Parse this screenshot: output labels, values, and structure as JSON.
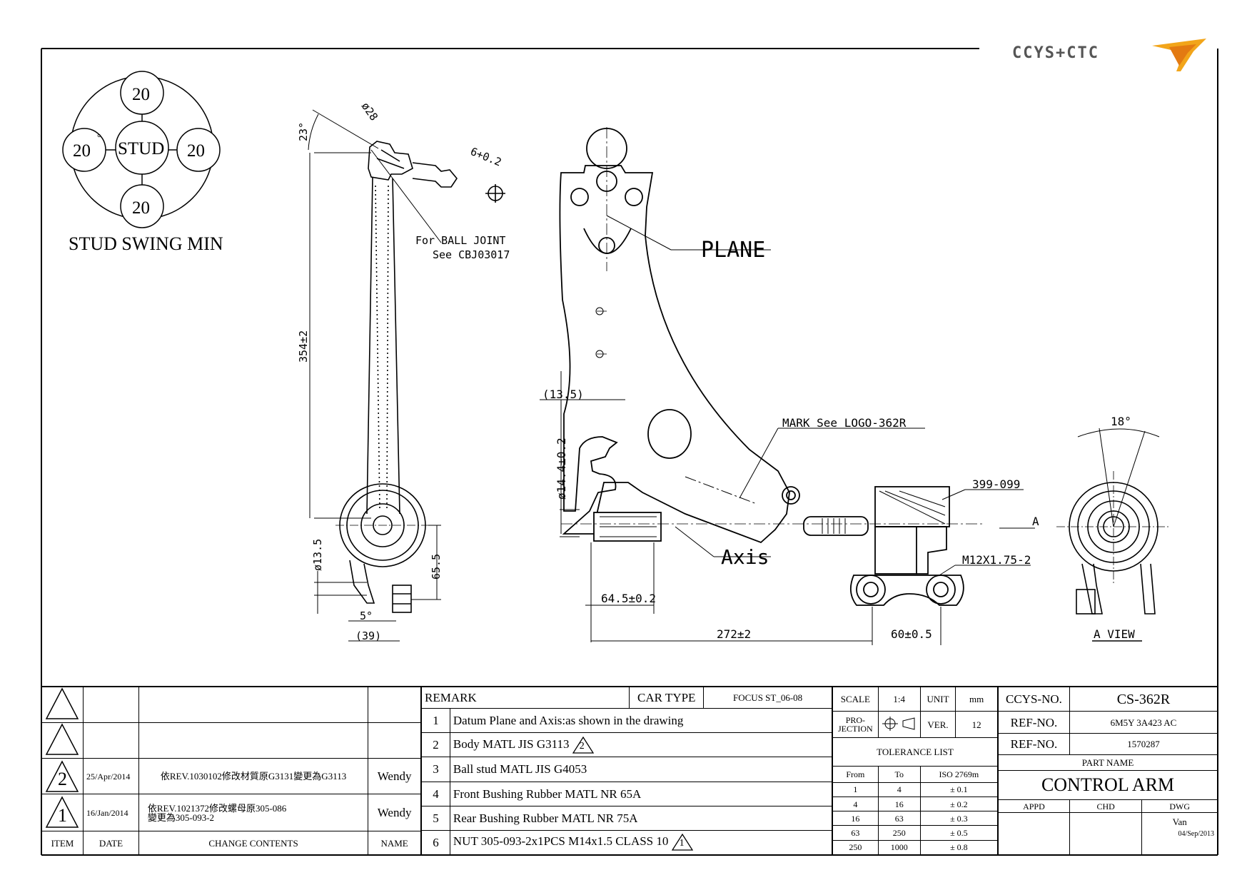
{
  "logo": {
    "text": "CCYS+CTC"
  },
  "stud_swing": {
    "top": "20",
    "left": "20",
    "right": "20",
    "bottom": "20",
    "center": "STUD",
    "degree_mark": "°",
    "caption": "STUD SWING MIN"
  },
  "side_view": {
    "dim_angle": "23°",
    "dim_dia_top": "ø28",
    "dim_length": "354±2",
    "dim_thread": "6+0.2",
    "note_line1": "For BALL JOINT",
    "note_line2": "See CBJ03017",
    "dim_dia_bottom": "ø13.5",
    "dim_height": "65.5",
    "dim_angle_bottom": "5°",
    "dim_offset": "(39)"
  },
  "top_view": {
    "label_plane": "PLANE",
    "label_axis": "Axis",
    "dim_13_5": "(13.5)",
    "dim_dia_bushing": "ø14.4±0.2",
    "mark_note": "MARK See LOGO-362R",
    "part_ref": "399-099",
    "arrow_label": "A",
    "thread": "M12X1.75-2",
    "dim_64_5": "64.5±0.2",
    "dim_272": "272±2",
    "dim_60": "60±0.5"
  },
  "a_view": {
    "dim_angle": "18°",
    "label": "A VIEW"
  },
  "revisions": {
    "headers": {
      "item": "ITEM",
      "date": "DATE",
      "contents": "CHANGE CONTENTS",
      "name": "NAME"
    },
    "rows": [
      {
        "item": "2",
        "date": "25/Apr/2014",
        "contents": "依REV.1030102修改材質原G3131變更為G3113",
        "name": "Wendy"
      },
      {
        "item": "1",
        "date": "16/Jan/2014",
        "contents_line1": "依REV.1021372修改螺母原305-086",
        "contents_line2": "變更為305-093-2",
        "name": "Wendy"
      }
    ]
  },
  "remarks": {
    "header": "REMARK",
    "car_type_label": "CAR TYPE",
    "car_type": "FOCUS ST_06-08",
    "items": [
      {
        "no": "1",
        "text": "Datum Plane and Axis:as shown in the drawing"
      },
      {
        "no": "2",
        "text": "Body MATL JIS G3113",
        "rev": "2"
      },
      {
        "no": "3",
        "text": "Ball stud MATL JIS G4053"
      },
      {
        "no": "4",
        "text": "Front Bushing Rubber MATL NR 65A"
      },
      {
        "no": "5",
        "text": "Rear Bushing Rubber MATL NR 75A"
      },
      {
        "no": "6",
        "text": "NUT 305-093-2x1PCS M14x1.5 CLASS 10",
        "rev": "1"
      }
    ]
  },
  "info": {
    "scale_label": "SCALE",
    "scale": "1:4",
    "unit_label": "UNIT",
    "unit": "mm",
    "projection_label_1": "PRO-",
    "projection_label_2": "JECTION",
    "ver_label": "VER.",
    "ver": "12",
    "tolerance_title": "TOLERANCE LIST",
    "tolerance_headers": {
      "from": "From",
      "to": "To",
      "std": "ISO 2769m"
    },
    "tolerance_rows": [
      {
        "from": "1",
        "to": "4",
        "tol": "± 0.1"
      },
      {
        "from": "4",
        "to": "16",
        "tol": "± 0.2"
      },
      {
        "from": "16",
        "to": "63",
        "tol": "± 0.3"
      },
      {
        "from": "63",
        "to": "250",
        "tol": "± 0.5"
      },
      {
        "from": "250",
        "to": "1000",
        "tol": "± 0.8"
      }
    ]
  },
  "part": {
    "ccys_label": "CCYS-NO.",
    "ccys_no": "CS-362R",
    "ref_label_1": "REF-NO.",
    "ref_no_1": "6M5Y 3A423 AC",
    "ref_label_2": "REF-NO.",
    "ref_no_2": "1570287",
    "part_name_label": "PART NAME",
    "part_name": "CONTROL ARM",
    "appd_label": "APPD",
    "chd_label": "CHD",
    "dwg_label": "DWG",
    "dwg_by": "Van",
    "dwg_date": "04/Sep/2013"
  }
}
